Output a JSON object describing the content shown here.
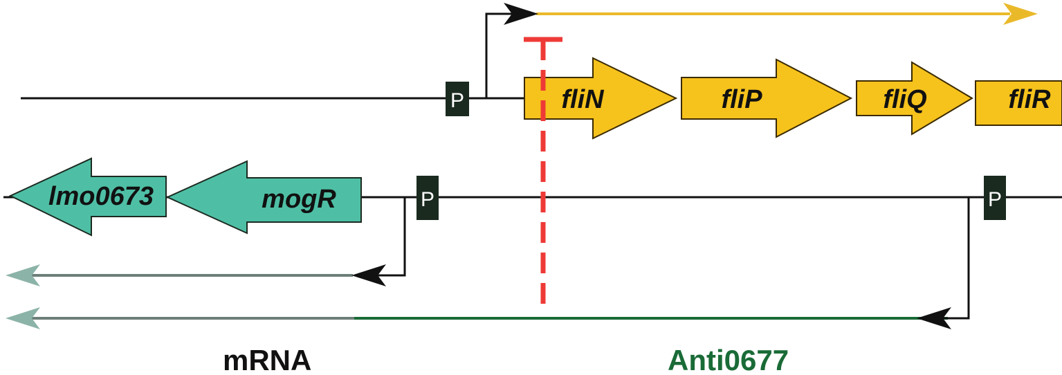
{
  "colors": {
    "line": "#111111",
    "yellow_gene": "#f6c21c",
    "yellow_transcript": "#eab92a",
    "teal_gene": "#4ebfa5",
    "grey_transcript": "#6d7f79",
    "grey_arrowhead": "#8cb3a8",
    "green_antisense": "#1a6b37",
    "red_block": "#ee3a36",
    "promoter_box": "#1a2a1f",
    "mrna_text": "#111111",
    "anti_text": "#1a6b37"
  },
  "genes_top": {
    "fliN": "fliN",
    "fliP": "fliP",
    "fliQ": "fliQ",
    "fliR": "fliR"
  },
  "genes_bottom": {
    "lmo0673": "lmo0673",
    "mogR": "mogR"
  },
  "promoters": {
    "top": "P",
    "bottom_left": "P",
    "bottom_right": "P"
  },
  "captions": {
    "mrna": "mRNA",
    "antisense": "Anti0677"
  }
}
